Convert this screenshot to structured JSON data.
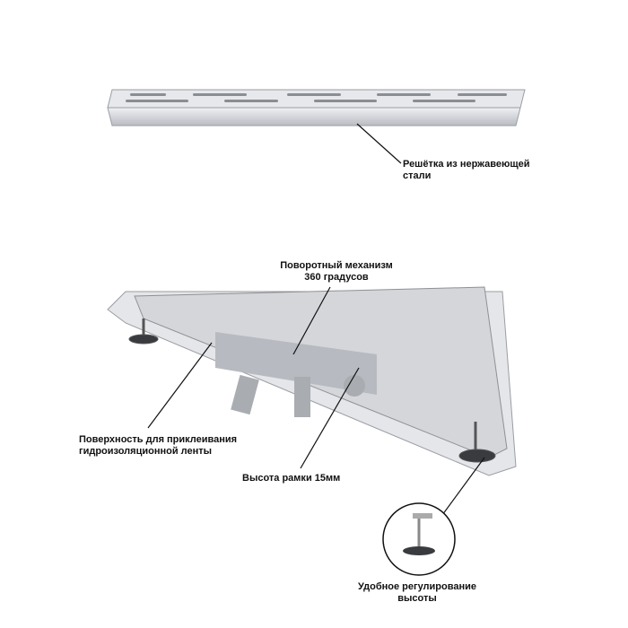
{
  "labels": {
    "grate": [
      "Решётка из нержавеющей",
      "стали"
    ],
    "rotation": [
      "Поворотный механизм",
      "360 градусов"
    ],
    "surface": [
      "Поверхность для приклеивания",
      "гидроизоляционной ленты"
    ],
    "frame_height": "Высота рамки 15мм",
    "adjust": [
      "Удобное регулирование",
      "высоты"
    ]
  },
  "colors": {
    "steel": "#c9cbd0",
    "steel_dark": "#8e9096",
    "pipe": "#a9acb1",
    "foot": "#3a3b3e"
  }
}
